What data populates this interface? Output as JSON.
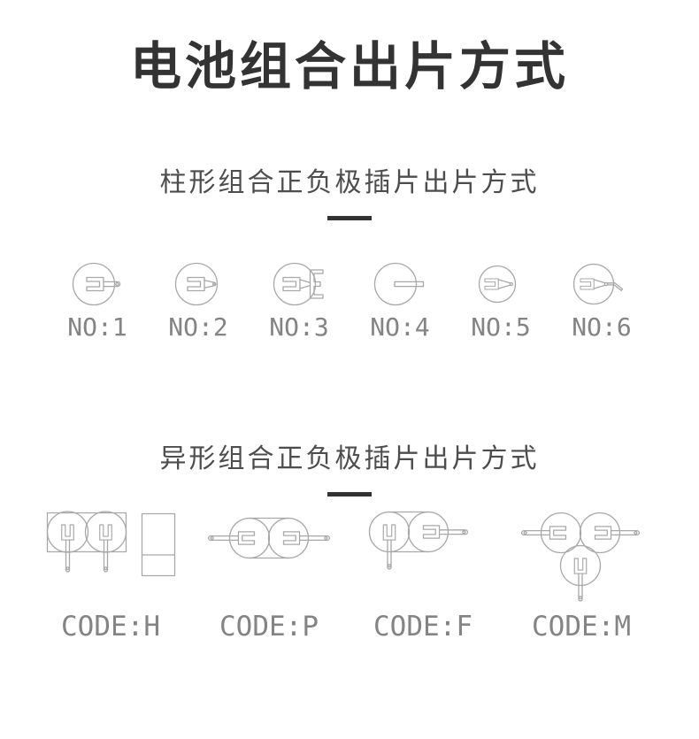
{
  "title": "电池组合出片方式",
  "sections": {
    "cylindrical": {
      "heading": "柱形组合正负极插片出片方式",
      "items": [
        {
          "label": "NO:1",
          "diagram": "coin-cell-long-side-tab"
        },
        {
          "label": "NO:2",
          "diagram": "coin-cell-short-taper-tab"
        },
        {
          "label": "NO:3",
          "diagram": "coin-cell-edge-clip-bracket"
        },
        {
          "label": "NO:4",
          "diagram": "coin-cell-plain-strip-tab"
        },
        {
          "label": "NO:5",
          "diagram": "coin-cell-inner-point-tab"
        },
        {
          "label": "NO:6",
          "diagram": "coin-cell-bent-wire-lead"
        }
      ]
    },
    "shaped": {
      "heading": "异形组合正负极插片出片方式",
      "items": [
        {
          "label": "CODE:H",
          "diagram": "two-cells-vertical-pins-with-side-view"
        },
        {
          "label": "CODE:P",
          "diagram": "two-cells-horizontal-tabs-both-sides"
        },
        {
          "label": "CODE:F",
          "diagram": "two-cells-down-pin-and-right-tab"
        },
        {
          "label": "CODE:M",
          "diagram": "three-cells-triangle-tabs"
        }
      ]
    }
  },
  "colors": {
    "background": "#ffffff",
    "title_text": "#333333",
    "heading_text": "#4d4d4d",
    "divider": "#333333",
    "line_art": "#a8a8a8",
    "label_text": "#848484"
  }
}
